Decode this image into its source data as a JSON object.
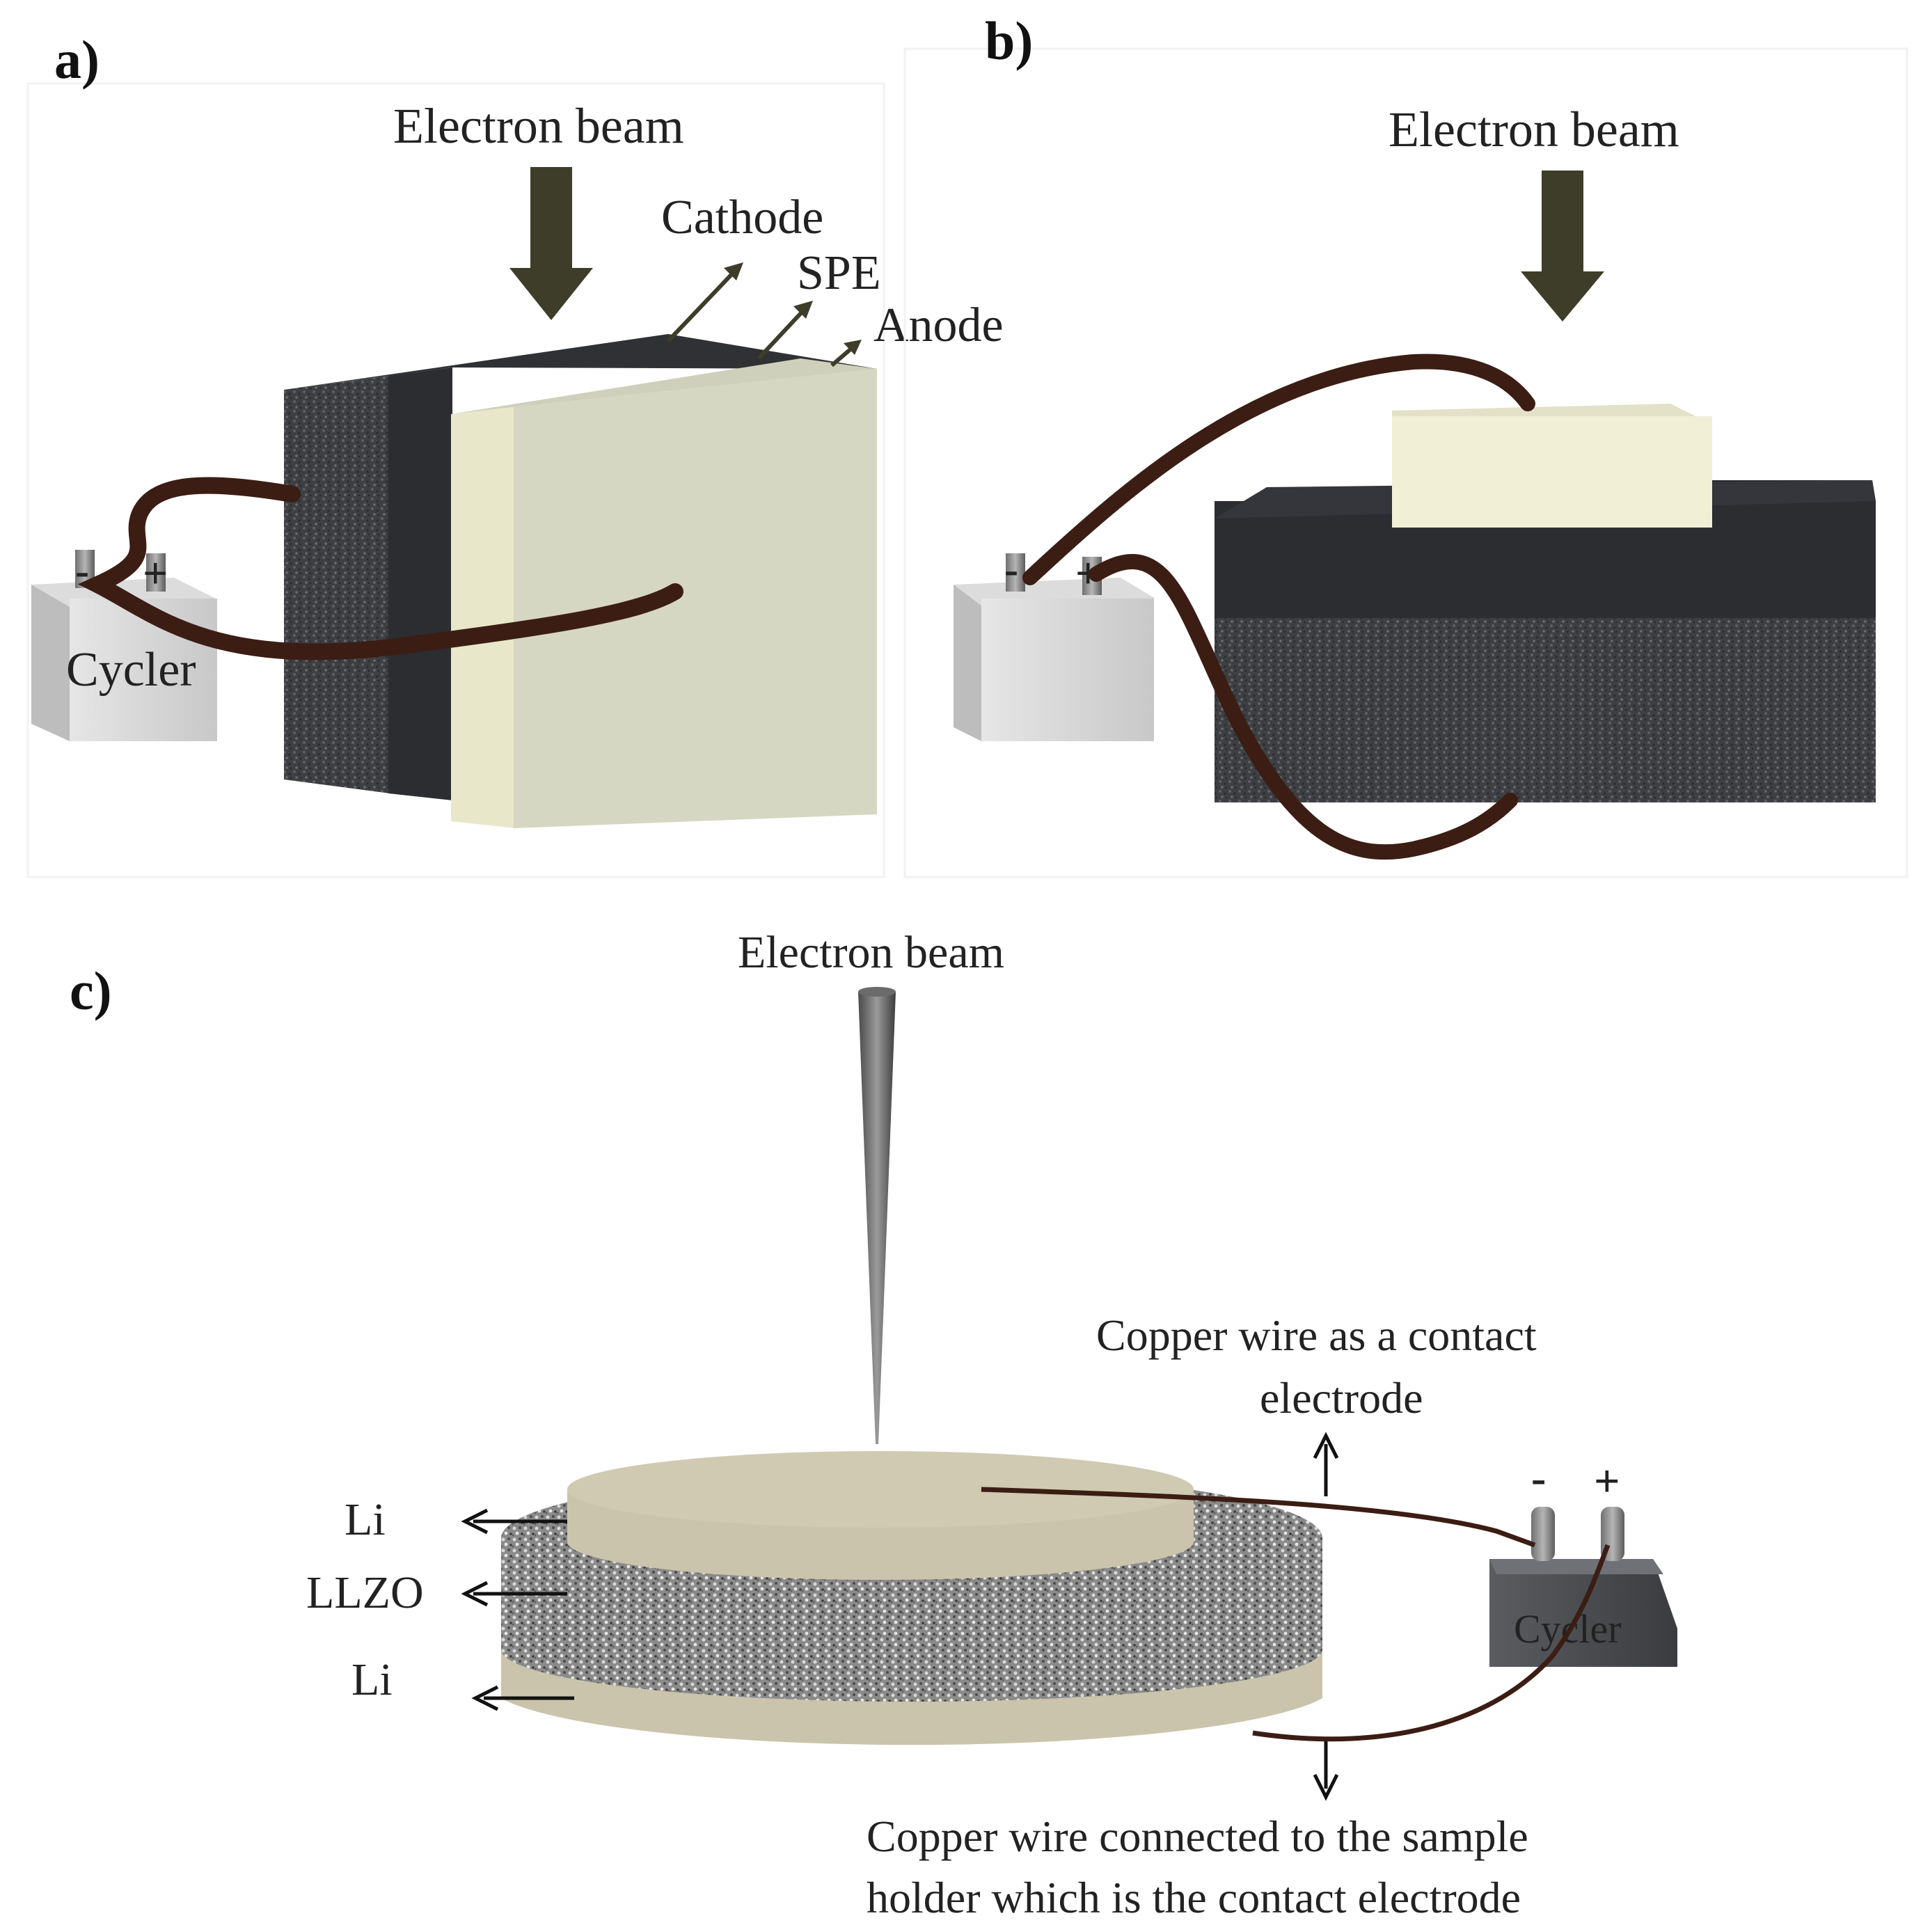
{
  "panel_a": {
    "panel_label": "a)",
    "beam_label": "Electron beam",
    "cathode_label": "Cathode",
    "spe_label": "SPE",
    "anode_label": "Anode",
    "cycler_label": "Cycler",
    "minus": "-",
    "plus": "+"
  },
  "panel_b": {
    "panel_label": "b)",
    "beam_label": "Electron beam",
    "minus": "-",
    "plus": "+"
  },
  "panel_c": {
    "panel_label": "c)",
    "beam_label": "Electron beam",
    "li_top_label": "Li",
    "llzo_label": "LLZO",
    "li_bottom_label": "Li",
    "wire_top_line1": "Copper wire as a contact",
    "wire_top_line2": "electrode",
    "wire_bottom_line1": "Copper wire connected to the sample",
    "wire_bottom_line2": "holder which is the contact electrode",
    "cycler_label": "Cycler",
    "minus": "-",
    "plus": "+"
  },
  "colors": {
    "arrow_dark": "#3d3d2a",
    "wire": "#3b1d14",
    "cream": "#e8e6cf",
    "li_tan": "#c9c4ab",
    "textured": "#4a4a4a",
    "dark_layer": "#2b2d31"
  }
}
